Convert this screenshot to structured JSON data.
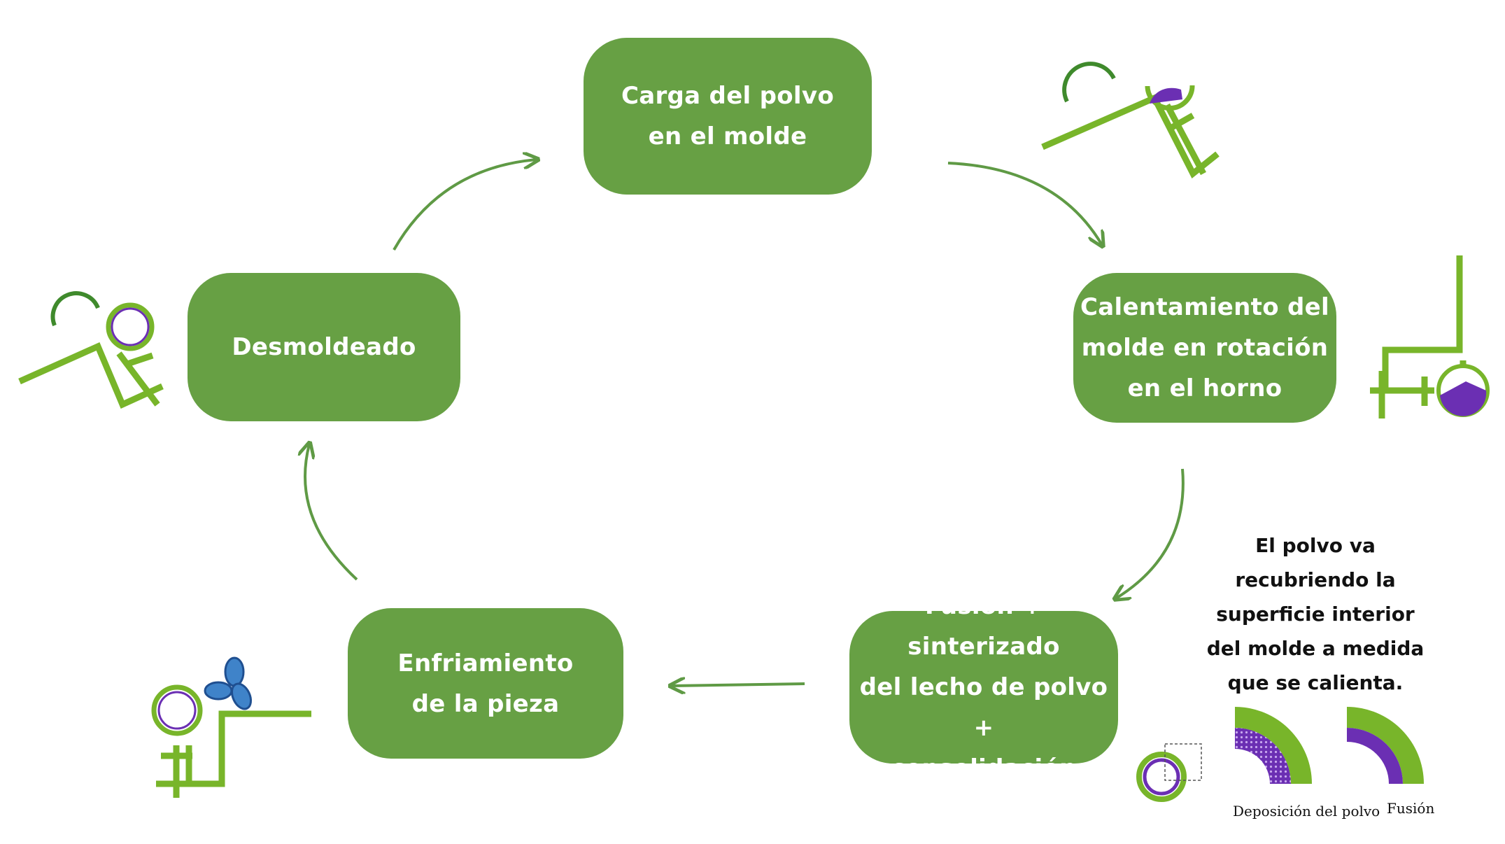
{
  "colors": {
    "green": "#67a044",
    "icon_green": "#78b52a",
    "purple": "#6b2fb3",
    "arrow": "#5f9a45"
  },
  "steps": {
    "carga": {
      "lines": [
        "Carga del polvo",
        "en el molde"
      ]
    },
    "calentamiento": {
      "lines": [
        "Calentamiento del",
        "molde en rotación",
        "en el horno"
      ]
    },
    "fusion": {
      "lines": [
        "Fusión + sinterizado",
        "del lecho de polvo +",
        "consolidación"
      ]
    },
    "enfriamiento": {
      "lines": [
        "Enfriamiento",
        "de la pieza"
      ]
    },
    "desmoldeado": {
      "lines": [
        "Desmoldeado"
      ]
    }
  },
  "note": {
    "lines": [
      "El polvo va",
      "recubriendo la",
      "superficie interior",
      "del molde a medida",
      "que se calienta."
    ]
  },
  "captions": {
    "deposicion": "Deposición del polvo",
    "fusion": "Fusión"
  },
  "icons": [
    "mold-loading-icon",
    "oven-rotation-icon",
    "mold-section-icon",
    "cooling-fan-icon",
    "demolding-icon"
  ]
}
